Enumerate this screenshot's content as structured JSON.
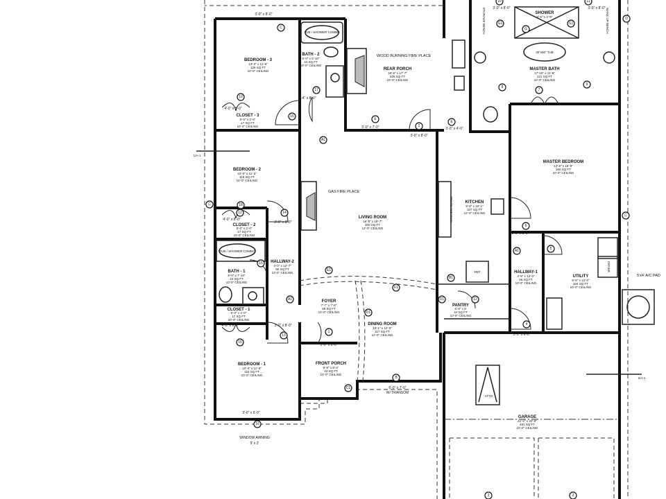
{
  "rooms": {
    "bedroom3": {
      "name": "BEDROOM - 3",
      "dims": "13'-0\" x 11'-6\"",
      "area": "126 SQ FT",
      "ceiling": "10'-0\" CEILING"
    },
    "bath2": {
      "name": "BATH - 2",
      "dims": "9'-0\" x 5'-10\"",
      "area": "44 SQ FT",
      "ceiling": "10'-0\" CEILING"
    },
    "rear_porch": {
      "name": "REAR PORCH",
      "dims": "18'-6\" x 17'-7\"",
      "area": "326 SQ FT",
      "ceiling": "10'-0\" CEILING"
    },
    "master_bath": {
      "name": "MASTER BATH",
      "dims": "17'-10\" x 11'-9\"",
      "area": "221 SQ FT",
      "ceiling": "10'-0\" CEILING"
    },
    "master_bedroom": {
      "name": "MASTER BEDROOM",
      "dims": "13'-6\" x 18'-9\"",
      "area": "260 SQ FT",
      "ceiling": "10'-0\" CEILING"
    },
    "bedroom2": {
      "name": "BEDROOM - 2",
      "dims": "10'-0\" x 11'-3\"",
      "area": "115 SQ FT",
      "ceiling": "10'-0\" CEILING"
    },
    "living_room": {
      "name": "LIVING ROOM",
      "dims": "16'-8\" x 18'-7\"",
      "area": "300 SQ FT",
      "ceiling": "12'-0\" CEILING"
    },
    "kitchen": {
      "name": "KITCHEN",
      "dims": "9'-8\" x 10'-1\"",
      "area": "107 SQ FT",
      "ceiling": "12'-0\" CEILING"
    },
    "closet3": {
      "name": "CLOSET - 3",
      "dims": "5'-0\" x 2'-0\"",
      "area": "17 SQ FT",
      "ceiling": "10'-0\" CEILING"
    },
    "closet2": {
      "name": "CLOSET - 2",
      "dims": "5'-0\" x 2'-0\"",
      "area": "17 SQ FT",
      "ceiling": "10'-0\" CEILING"
    },
    "closet1": {
      "name": "CLOSET - 1",
      "dims": "5'-0\" x 2'-0\"",
      "area": "17 SQ FT",
      "ceiling": "10'-0\" CEILING"
    },
    "bath1": {
      "name": "BATH - 1",
      "dims": "8'-0\" x 7'-10\"",
      "area": "44 SQ FT",
      "ceiling": "10'-0\" CEILING"
    },
    "hallway2": {
      "name": "HALLWAY-2",
      "dims": "4'-0\" x 12'-7\"",
      "area": "50 SQ FT",
      "ceiling": "10'-0\" CEILING"
    },
    "hallway1": {
      "name": "HALLWAY-1",
      "dims": "4'-8\" x 12'-0\"",
      "area": "56 SQ FT",
      "ceiling": "10'-0\" CEILING"
    },
    "utility": {
      "name": "UTILITY",
      "dims": "8'-6\" x 12'-0\"",
      "area": "104 SQ FT",
      "ceiling": "10'-0\" CEILING"
    },
    "pantry": {
      "name": "PANTRY",
      "dims": "6'-8\" x 5'",
      "area": "44 SQ FT",
      "ceiling": "10'-0\" CEILING"
    },
    "foyer": {
      "name": "FOYER",
      "dims": "7'-7\" x 7'-8\"",
      "area": "58 SQ FT",
      "ceiling": "12'-0\" CEILING"
    },
    "dining_room": {
      "name": "DINING ROOM",
      "dims": "13'-1\" x 12'-0\"",
      "area": "117 SQ FT",
      "ceiling": "12'-0\" CEILING"
    },
    "front_porch": {
      "name": "FRONT PORCH",
      "dims": "9'-8\" x 6'-4\"",
      "area": "43 SQ FT",
      "ceiling": "10'-0\" CEILING"
    },
    "bedroom1": {
      "name": "BEDROOM - 1",
      "dims": "10'-0\" x 11'-8\"",
      "area": "110 SQ FT",
      "ceiling": "10'-0\" CEILING"
    },
    "garage": {
      "name": "GARAGE",
      "dims": "21'-0\" x 22'-9\"",
      "area": "481 SQ FT",
      "ceiling": "10'-0\" CEILING"
    }
  },
  "fixtures": {
    "tub_shower_1": "TUB / SHOWER COMBO",
    "tub_shower_2": "TUB / SHOWER COMBO",
    "wood_fireplace": "WOOD BURNING FIRE PLACE",
    "gas_fireplace": "GAS FIRE PLACE",
    "shower": "SHOWER",
    "shower_dims": "8'-6\" x 3'-9\"",
    "tub": "30\"x60\" TUB",
    "storage_bench": "STORAGE BENCH",
    "makeup_bench": "MAKE UP BENCH",
    "kitchen_island": "KITCHEN ISLAND",
    "ref": "REF",
    "dryer": "DRYER",
    "attic": "ATTIC",
    "ac_pad": "5'x4' A/C PAD",
    "window_awning": "WINDOW AWNING",
    "window_awning_dims": "5' x 2'",
    "transom": "W/ TRANSOM"
  },
  "section_markers": [
    "1/A-1",
    "2/A-1"
  ],
  "door_labels": {
    "d1": "3'-0\" x 8'-0\"",
    "d2": "2'-4\" x 8'-0\"",
    "d3": "4'-0\" x 8'-0\"",
    "d4": "5'-0\" x 7'-0\"",
    "d5": "3'-0\" x 8'-0\"",
    "d6": "3'-0\" x 4'-0\"",
    "d7": "4'-0\" x 8'-0\"",
    "d8": "3'-0\" x 8'-0\"",
    "d9": "4'-0\" x 8'-0\"",
    "d10": "3'-0\" x 8'-0\"",
    "d11": "4'-0\" x 8'-0\"",
    "d12": "3'-0\" x 8'-0\"",
    "d13": "3'-0\" x 8'-0\"",
    "d14": "3'-0\" x 6'-0\"",
    "d15": "6'-0\" x 7'-0\"",
    "d16": "3'-0\" x 6'-0\"",
    "d17": "3'-0\" x 8'-0\"",
    "d18": "3'-0\" x 8'-0\""
  },
  "tags": [
    "C",
    "19",
    "17",
    "16",
    "E",
    "2",
    "E",
    "A1",
    "C",
    "18",
    "14",
    "12",
    "15",
    "A1",
    "13",
    "15",
    "16",
    "1",
    "E1",
    "F1",
    "D1",
    "C1",
    "B",
    "B1",
    "D1",
    "12",
    "6",
    "A1",
    "5",
    "4",
    "G1",
    "G",
    "G1",
    "10",
    "11",
    "8",
    "7",
    "9",
    "D",
    "C",
    "3",
    "3"
  ]
}
